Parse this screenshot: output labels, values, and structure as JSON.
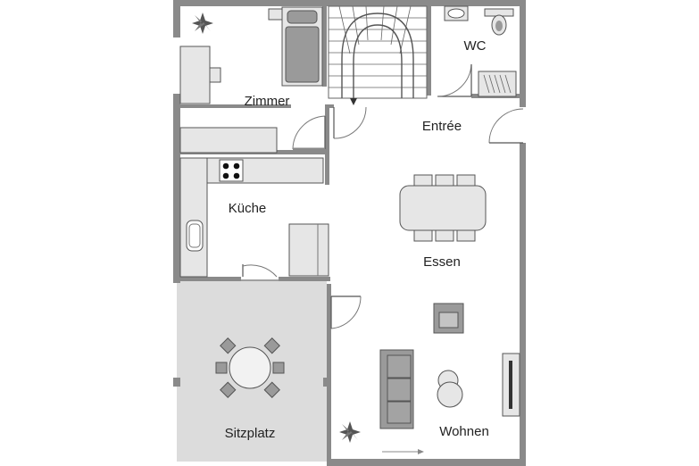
{
  "rooms": {
    "zimmer": "Zimmer",
    "wc": "WC",
    "entree": "Entrée",
    "kueche": "Küche",
    "essen": "Essen",
    "sitzplatz": "Sitzplatz",
    "wohnen": "Wohnen"
  },
  "colors": {
    "wall": "#8a8a8a",
    "terrace": "#dcdcdc",
    "furniture": "#e6e6e6",
    "sofa": "#9a9a9a"
  }
}
